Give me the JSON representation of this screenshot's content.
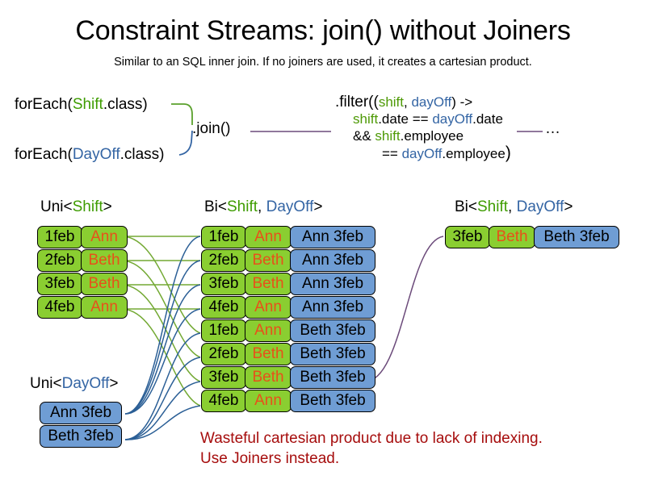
{
  "slide": {
    "title": "Constraint Streams: join() without Joiners",
    "subtitle": "Similar to an SQL inner join. If no joiners are used, it creates a cartesian product.",
    "warning_line1": "Wasteful cartesian product due to lack of indexing.",
    "warning_line2": "Use Joiners instead."
  },
  "code": {
    "forEachShift": {
      "prefix": "forEach(",
      "type": "Shift",
      "suffix": ".class)"
    },
    "forEachDayOff": {
      "prefix": "forEach(",
      "type": "DayOff",
      "suffix": ".class)"
    },
    "join": ".join()",
    "ellipsis": "…",
    "filter": {
      "line1_a": ".filter((",
      "line1_shift": "shift",
      "line1_comma": ", ",
      "line1_dayoff": "dayOff",
      "line1_b": ") ->",
      "line2_shift": "shift",
      "line2_mid": ".date == ",
      "line2_dayoff": "dayOff",
      "line2_end": ".date",
      "line3_a": "&& ",
      "line3_shift": "shift",
      "line3_end": ".employee",
      "line4_a": "== ",
      "line4_dayoff": "dayOff",
      "line4_end": ".employee",
      "line4_close": ")"
    }
  },
  "streams": {
    "uni_shift_label": {
      "prefix": "Uni<",
      "type": "Shift",
      "suffix": ">"
    },
    "uni_dayoff_label": {
      "prefix": "Uni<",
      "type": "DayOff",
      "suffix": ">"
    },
    "bi_middle_label": {
      "prefix": "Bi<",
      "type1": "Shift",
      "comma": ", ",
      "type2": "DayOff",
      "suffix": ">"
    },
    "bi_right_label": {
      "prefix": "Bi<",
      "type1": "Shift",
      "comma": ", ",
      "type2": "DayOff",
      "suffix": ">"
    }
  },
  "uni_shift": [
    {
      "date": "1feb",
      "employee": "Ann"
    },
    {
      "date": "2feb",
      "employee": "Beth"
    },
    {
      "date": "3feb",
      "employee": "Beth"
    },
    {
      "date": "4feb",
      "employee": "Ann"
    }
  ],
  "uni_dayoff": [
    {
      "label": "Ann 3feb"
    },
    {
      "label": "Beth 3feb"
    }
  ],
  "bi_cartesian": [
    {
      "date": "1feb",
      "employee": "Ann",
      "dayoff": "Ann 3feb"
    },
    {
      "date": "2feb",
      "employee": "Beth",
      "dayoff": "Ann 3feb"
    },
    {
      "date": "3feb",
      "employee": "Beth",
      "dayoff": "Ann 3feb"
    },
    {
      "date": "4feb",
      "employee": "Ann",
      "dayoff": "Ann 3feb"
    },
    {
      "date": "1feb",
      "employee": "Ann",
      "dayoff": "Beth 3feb"
    },
    {
      "date": "2feb",
      "employee": "Beth",
      "dayoff": "Beth 3feb"
    },
    {
      "date": "3feb",
      "employee": "Beth",
      "dayoff": "Beth 3feb"
    },
    {
      "date": "4feb",
      "employee": "Ann",
      "dayoff": "Beth 3feb"
    }
  ],
  "bi_result": [
    {
      "date": "3feb",
      "employee": "Beth",
      "dayoff": "Beth 3feb"
    }
  ],
  "colors": {
    "shift_green": "#3e9c00",
    "dayoff_blue": "#3465a4",
    "card_green": "#8ace31",
    "card_blue": "#6f9dd4",
    "employee_orange": "#e8501a",
    "warning_red": "#a60d0d",
    "wire_green": "#73a933",
    "wire_blue": "#2b5f96",
    "wire_purple": "#6b4a7a"
  }
}
